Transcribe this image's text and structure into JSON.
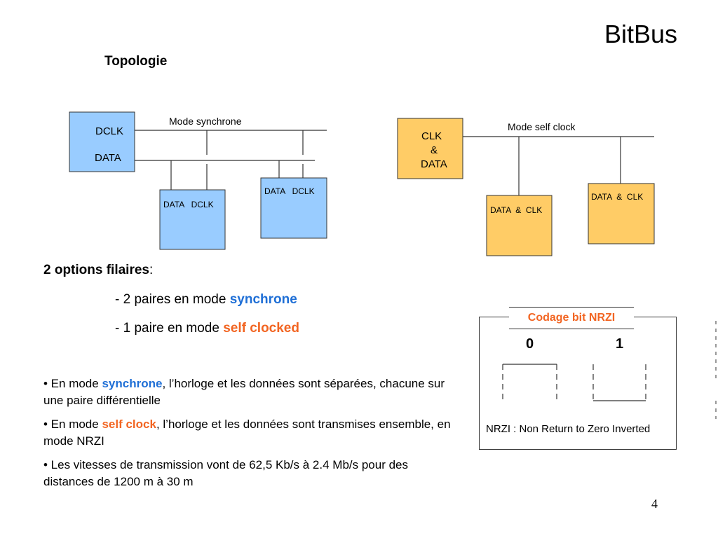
{
  "slide": {
    "title": "BitBus",
    "subtitle": "Topologie",
    "page_number": "4"
  },
  "sync_diagram": {
    "mode_label": "Mode synchrone",
    "master_line1": "DCLK",
    "master_line2": "DATA",
    "node1_label": "DATA   DCLK",
    "node2_label": "DATA   DCLK"
  },
  "self_diagram": {
    "mode_label": "Mode self clock",
    "master_line1": "CLK",
    "master_line2": "&",
    "master_line3": "DATA",
    "node1_label": "DATA  &  CLK",
    "node2_label": "DATA  &  CLK"
  },
  "options": {
    "heading": "2 options filaires",
    "heading_suffix": ":",
    "opt1_prefix": "- 2 paires en mode ",
    "opt1_keyword": "synchrone",
    "opt2_prefix": "- 1 paire en mode ",
    "opt2_keyword": "self clocked"
  },
  "bullets": {
    "b1_prefix": "• En mode ",
    "b1_keyword": "synchrone",
    "b1_rest": ", l’horloge et les données sont séparées, chacune sur une paire différentielle",
    "b2_prefix": "•  En mode ",
    "b2_keyword": "self clock",
    "b2_rest": ", l’horloge et les données sont transmises ensemble, en mode NRZI",
    "b3": "• Les vitesses de transmission vont de 62,5 Kb/s à 2.4 Mb/s pour des distances de 1200 m à 30 m"
  },
  "nrzi": {
    "title": "Codage bit NRZI",
    "bit0": "0",
    "bit1": "1",
    "footer": "NRZI : Non Return to Zero Inverted"
  },
  "colors": {
    "blue_box": "#99ccff",
    "orange_box": "#ffcc66",
    "blue_keyword": "#1f6fd6",
    "orange_keyword": "#f26522"
  }
}
